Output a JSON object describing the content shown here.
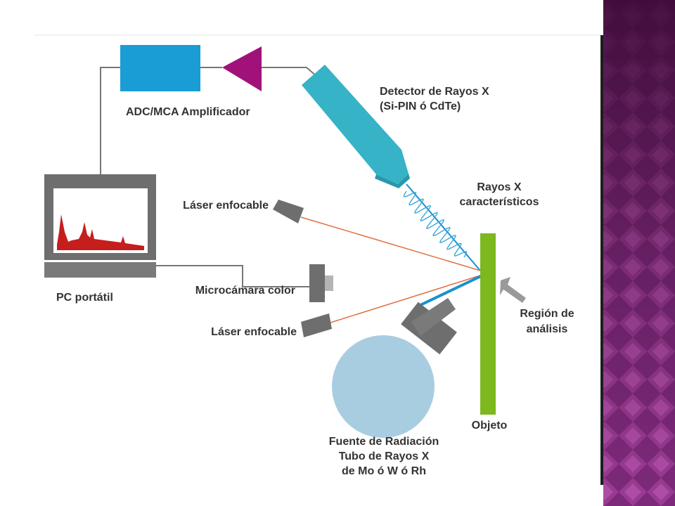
{
  "labels": {
    "adc_amplifier": "ADC/MCA Amplificador",
    "detector_line1": "Detector de Rayos X",
    "detector_line2": "(Si-PIN ó CdTe)",
    "xrays_line1": "Rayos X",
    "xrays_line2": "característicos",
    "laser_top": "Láser enfocable",
    "laser_bottom": "Láser enfocable",
    "camera": "Microcámara color",
    "pc": "PC portátil",
    "region_line1": "Región de",
    "region_line2": "análisis",
    "object": "Objeto",
    "source_line1": "Fuente de Radiación",
    "source_line2": "Tubo de Rayos X",
    "source_line3": "de Mo ó W ó Rh"
  },
  "colors": {
    "adc": "#1a9cd4",
    "amplifier": "#a0127a",
    "detector": "#36b3c6",
    "object": "#7cb81e",
    "source": "#a9cde0",
    "gray_device": "#6e6e6e",
    "laser_beam": "#e07040",
    "xray_beam": "#1a8fd0",
    "spectrum": "#c61d1d",
    "side_panel": "#8b2a82"
  }
}
